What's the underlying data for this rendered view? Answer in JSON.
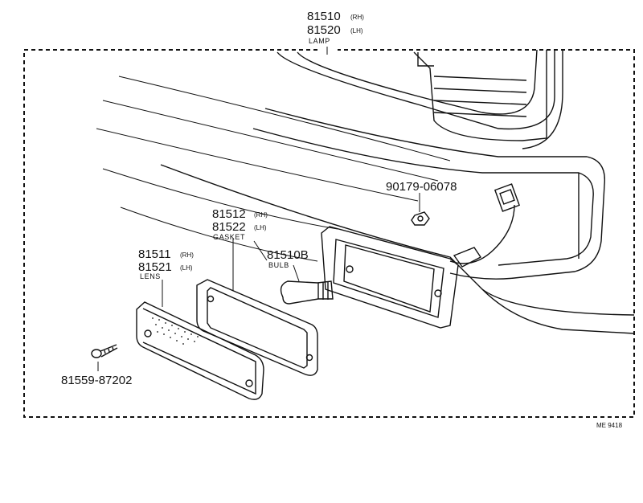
{
  "diagram": {
    "lamp": {
      "part_rh": "81510",
      "suffix_rh": "(RH)",
      "part_lh": "81520",
      "suffix_lh": "(LH)",
      "name": "LAMP"
    },
    "nut": {
      "part": "90179-06078"
    },
    "gasket": {
      "part_rh": "81512",
      "suffix_rh": "(RH)",
      "part_lh": "81522",
      "suffix_lh": "(LH)",
      "name": "GASKET"
    },
    "bulb": {
      "part": "81510B",
      "name": "BULB"
    },
    "lens": {
      "part_rh": "81511",
      "suffix_rh": "(RH)",
      "part_lh": "81521",
      "suffix_lh": "(LH)",
      "name": "LENS"
    },
    "screw": {
      "part": "81559-87202"
    },
    "ref_code": "ME 9418"
  }
}
